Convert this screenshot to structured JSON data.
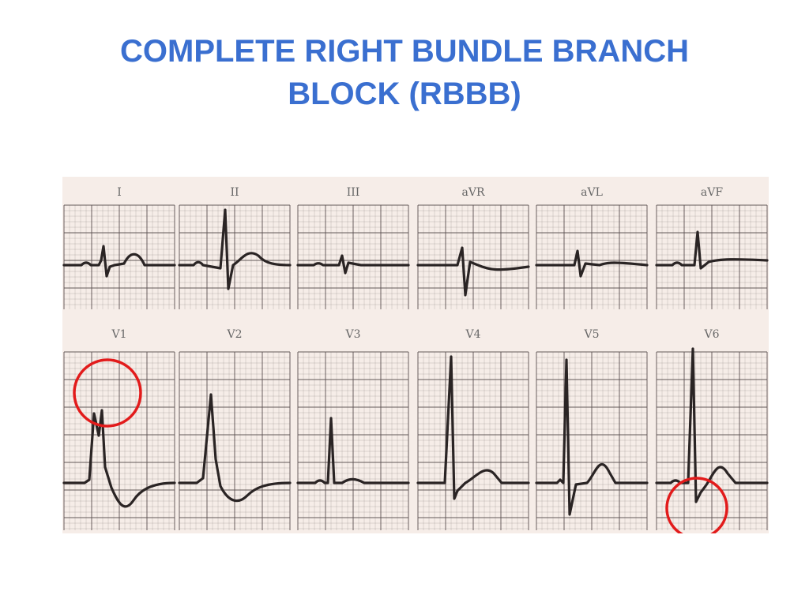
{
  "slide": {
    "title_line1": "COMPLETE RIGHT BUNDLE BRANCH",
    "title_line2": "BLOCK (RBBB)",
    "title_color": "#3a6fd0"
  },
  "ecg": {
    "paper_color": "#f6ede8",
    "grid_color": "#5a5050",
    "trace_color": "#2a2424",
    "highlight_color": "#e21b1b",
    "leads": [
      {
        "label": "I",
        "row": 0,
        "col": 0
      },
      {
        "label": "II",
        "row": 0,
        "col": 1
      },
      {
        "label": "III",
        "row": 0,
        "col": 2
      },
      {
        "label": "aVR",
        "row": 0,
        "col": 3
      },
      {
        "label": "aVL",
        "row": 0,
        "col": 4
      },
      {
        "label": "aVF",
        "row": 0,
        "col": 5
      },
      {
        "label": "V1",
        "row": 1,
        "col": 0,
        "highlighted": true
      },
      {
        "label": "V2",
        "row": 1,
        "col": 1
      },
      {
        "label": "V3",
        "row": 1,
        "col": 2
      },
      {
        "label": "V4",
        "row": 1,
        "col": 3
      },
      {
        "label": "V5",
        "row": 1,
        "col": 4
      },
      {
        "label": "V6",
        "row": 1,
        "col": 5,
        "highlighted": true
      }
    ]
  }
}
